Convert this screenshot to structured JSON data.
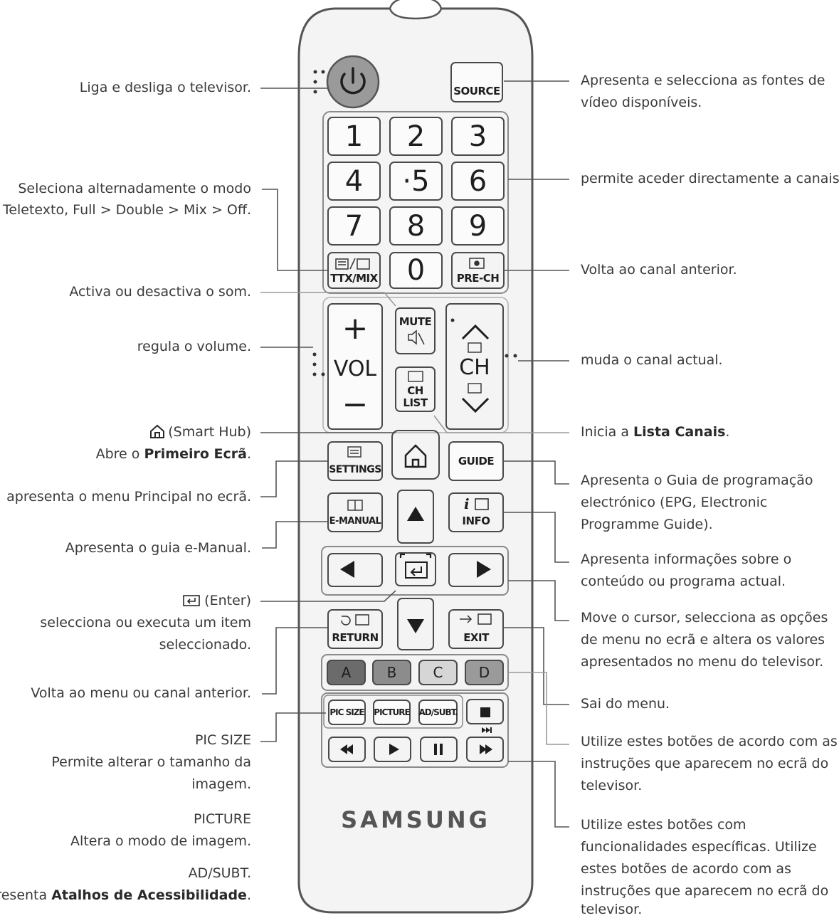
{
  "remote": {
    "buttons": {
      "source": "SOURCE",
      "n1": "1",
      "n2": "2",
      "n3": "3",
      "n4": "4",
      "n5": "·5",
      "n6": "6",
      "n7": "7",
      "n8": "8",
      "n9": "9",
      "n0": "0",
      "ttx": "TTX/MIX",
      "prech": "PRE-CH",
      "mute": "MUTE",
      "vol": "VOL",
      "ch": "CH",
      "chlist_line1": "CH",
      "chlist_line2": "LIST",
      "settings": "SETTINGS",
      "guide": "GUIDE",
      "emanual": "E-MANUAL",
      "info": "INFO",
      "return": "RETURN",
      "exit": "EXIT",
      "a": "A",
      "b": "B",
      "c": "C",
      "d": "D",
      "picsize": "PIC SIZE",
      "picture": "PICTURE",
      "adsubt": "AD/SUBT."
    },
    "brand": "SAMSUNG",
    "colors": {
      "a": "#6b6b6b",
      "b": "#8c8c8c",
      "c": "#d6d6d6",
      "d": "#9a9a9a",
      "body": "#f4f4f4",
      "outline": "#555555",
      "power": "#9a9a9a"
    }
  },
  "left_labels": {
    "power": "Liga e desliga o televisor.",
    "ttx_1": "Seleciona alternadamente o modo",
    "ttx_2": "Teletexto, Full > Double > Mix > Off.",
    "mute": "Activa ou desactiva o som.",
    "vol": "regula o volume.",
    "smarthub_1": "(Smart Hub)",
    "smarthub_2a": "Abre o ",
    "smarthub_2b": "Primeiro Ecrã",
    "smarthub_2c": ".",
    "settings": "apresenta o menu Principal no ecrã.",
    "emanual": "Apresenta o guia e-Manual.",
    "enter_1": "(Enter)",
    "enter_2": "selecciona ou executa um item",
    "enter_3": "seleccionado.",
    "return": "Volta ao menu ou canal anterior.",
    "picsize_title": "PIC SIZE",
    "picsize_1": "Permite alterar o tamanho da",
    "picsize_2": "imagem.",
    "picture_title": "PICTURE",
    "picture_1": "Altera o modo de imagem.",
    "adsubt_title": "AD/SUBT.",
    "adsubt_1a": "Apresenta ",
    "adsubt_1b": "Atalhos de Acessibilidade",
    "adsubt_1c": "."
  },
  "right_labels": {
    "source_1": "Apresenta e selecciona as fontes de",
    "source_2": "vídeo disponíveis.",
    "numbers": "permite aceder directamente a canais.",
    "prech": "Volta ao canal anterior.",
    "ch": "muda o canal actual.",
    "chlist_a": "Inicia a ",
    "chlist_b": "Lista Canais",
    "chlist_c": ".",
    "guide_1": "Apresenta o Guia de programação",
    "guide_2": "electrónico (EPG, Electronic",
    "guide_3": "Programme Guide).",
    "info_1": "Apresenta informações sobre o",
    "info_2": "conteúdo ou programa actual.",
    "dpad_1": "Move o cursor, selecciona as opções",
    "dpad_2": "de menu no ecrã e altera os valores",
    "dpad_3": "apresentados no menu do televisor.",
    "exit": "Sai do menu.",
    "color_1": "Utilize estes botões de acordo com as",
    "color_2": "instruções que aparecem no ecrã do",
    "color_3": "televisor.",
    "media_1": "Utilize estes botões com",
    "media_2": "funcionalidades específicas. Utilize",
    "media_3": "estes botões de acordo com as",
    "media_4": "instruções que aparecem no ecrã do",
    "media_5": "televisor."
  }
}
